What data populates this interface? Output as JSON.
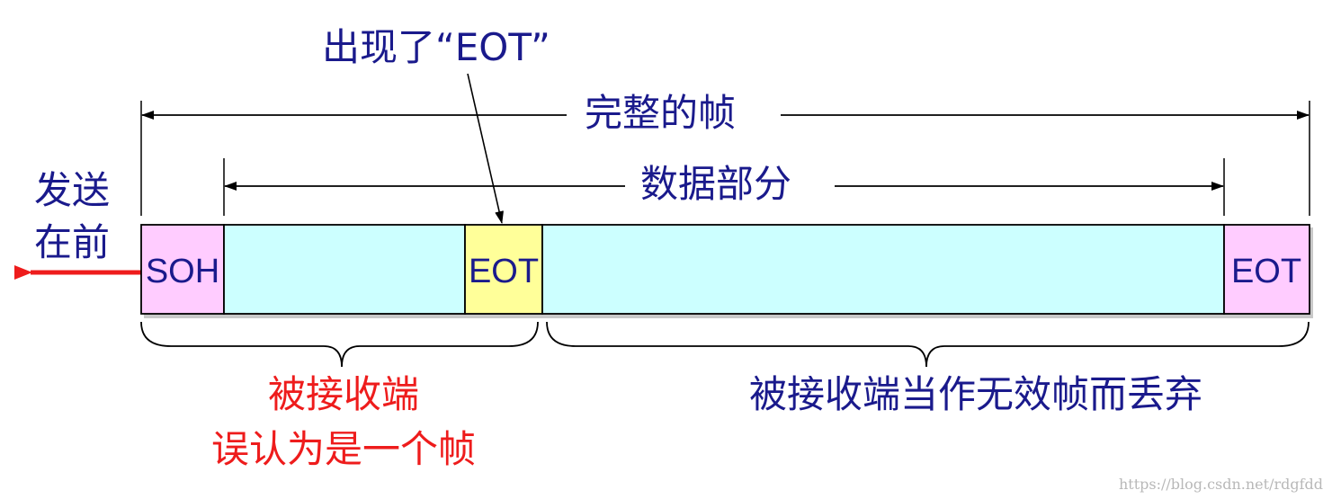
{
  "labels": {
    "eot_appeared": "出现了“EOT”",
    "whole_frame": "完整的帧",
    "data_part": "数据部分",
    "send_first_line1": "发送",
    "send_first_line2": "在前",
    "misread_line1": "被接收端",
    "misread_line2": "误认为是一个帧",
    "discarded": "被接收端当作无效帧而丢弃"
  },
  "frame": {
    "soh": "SOH",
    "eot_mid": "EOT",
    "eot_end": "EOT"
  },
  "watermark": "https://blog.csdn.net/rdgfdd",
  "colors": {
    "label": "#1a1a8c",
    "highlight": "#ee1c1c",
    "soh_fill": "#ffccff",
    "data_fill": "#ccffff",
    "eot_mid_fill": "#ffff99",
    "eot_end_fill": "#ffccff"
  }
}
